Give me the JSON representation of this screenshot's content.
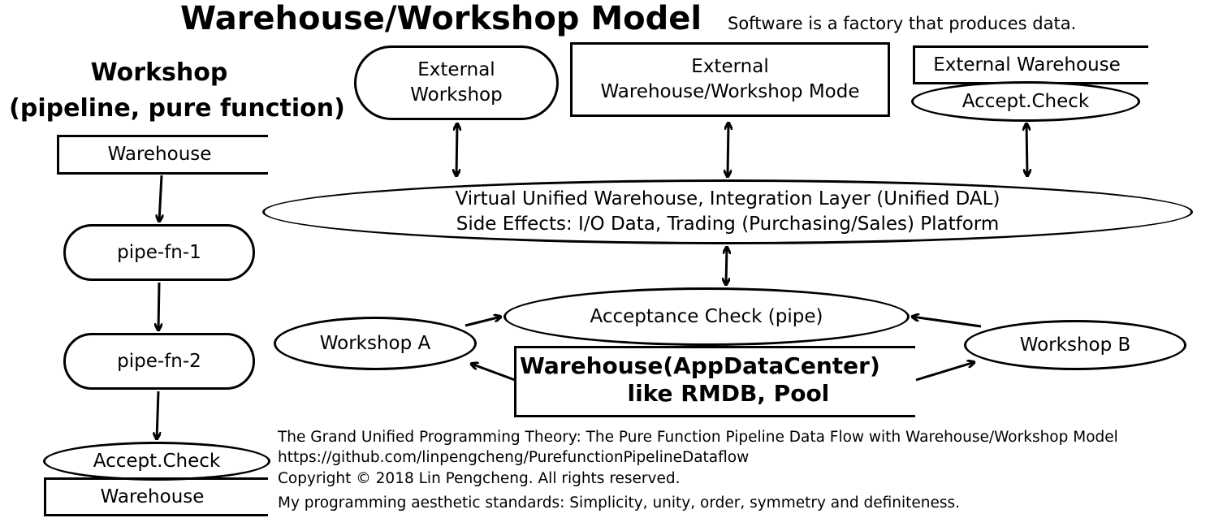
{
  "title": "Warehouse/Workshop Model",
  "subtitle": "Software is a factory that produces data.",
  "left": {
    "heading_line1": "Workshop",
    "heading_line2": "(pipeline, pure function)",
    "top_warehouse": "Warehouse",
    "pipe1": "pipe-fn-1",
    "pipe2": "pipe-fn-2",
    "accept_check": "Accept.Check",
    "bottom_warehouse": "Warehouse"
  },
  "top_row": {
    "external_workshop": "External\nWorkshop",
    "external_model": "External\nWarehouse/Workshop Mode",
    "external_warehouse": "External Warehouse",
    "external_accept_check": "Accept.Check"
  },
  "integration": {
    "line1": "Virtual Unified Warehouse, Integration Layer (Unified DAL)",
    "line2": "Side Effects: I/O Data, Trading (Purchasing/Sales) Platform"
  },
  "center": {
    "acceptance_check": "Acceptance Check (pipe)",
    "workshop_a": "Workshop A",
    "workshop_b": "Workshop B",
    "warehouse_line1": "Warehouse(AppDataCenter)",
    "warehouse_line2": "like RMDB, Pool"
  },
  "footer": {
    "line1": "The Grand Unified Programming Theory: The Pure Function Pipeline Data Flow with Warehouse/Workshop Model",
    "line2": "https://github.com/linpengcheng/PurefunctionPipelineDataflow",
    "line3": "Copyright © 2018 Lin Pengcheng. All rights reserved.",
    "line4": "My programming aesthetic standards: Simplicity, unity, order, symmetry and definiteness."
  }
}
